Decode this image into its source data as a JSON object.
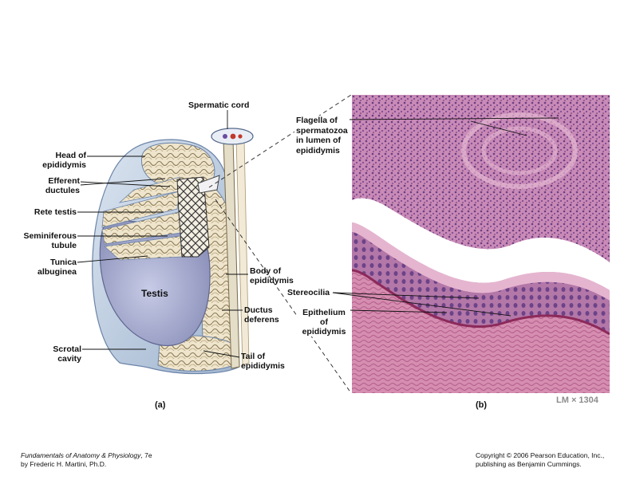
{
  "figure_a": {
    "part_label": "(a)",
    "labels": {
      "spermatic_cord": "Spermatic cord",
      "head_of_epididymis": [
        "Head of",
        "epididymis"
      ],
      "efferent_ductules": [
        "Efferent",
        "ductules"
      ],
      "rete_testis": "Rete testis",
      "seminiferous_tubule": [
        "Seminiferous",
        "tubule"
      ],
      "tunica_albuginea": [
        "Tunica",
        "albuginea"
      ],
      "testis": "Testis",
      "scrotal_cavity": [
        "Scrotal",
        "cavity"
      ],
      "body_of_epididymis": [
        "Body of",
        "epididymis"
      ],
      "ductus_deferens": [
        "Ductus",
        "deferens"
      ],
      "tail_of_epididymis": [
        "Tail of",
        "epididymis"
      ]
    }
  },
  "figure_b": {
    "part_label": "(b)",
    "magnification": "LM × 1304",
    "labels": {
      "flagella": [
        "Flagella of",
        "spermatozoa",
        "in lumen of",
        "epididymis"
      ],
      "stereocilia": "Stereocilia",
      "epithelium": [
        "Epithelium",
        "of",
        "epididymis"
      ]
    }
  },
  "footer": {
    "left_title": "Fundamentals of Anatomy & Physiology",
    "left_edition": ", 7e",
    "left_author": "by Frederic H. Martini, Ph.D.",
    "right_line1": "Copyright © 2006 Pearson Education, Inc.,",
    "right_line2": "publishing as Benjamin Cummings."
  },
  "colors": {
    "testis_fill": "#a6aacd",
    "tunica": "#c9d6e6",
    "tubule": "#e8dcc0",
    "tissue_pink": "#c97fb0",
    "tissue_purple": "#6b3f80",
    "lumen": "#ffffff"
  }
}
